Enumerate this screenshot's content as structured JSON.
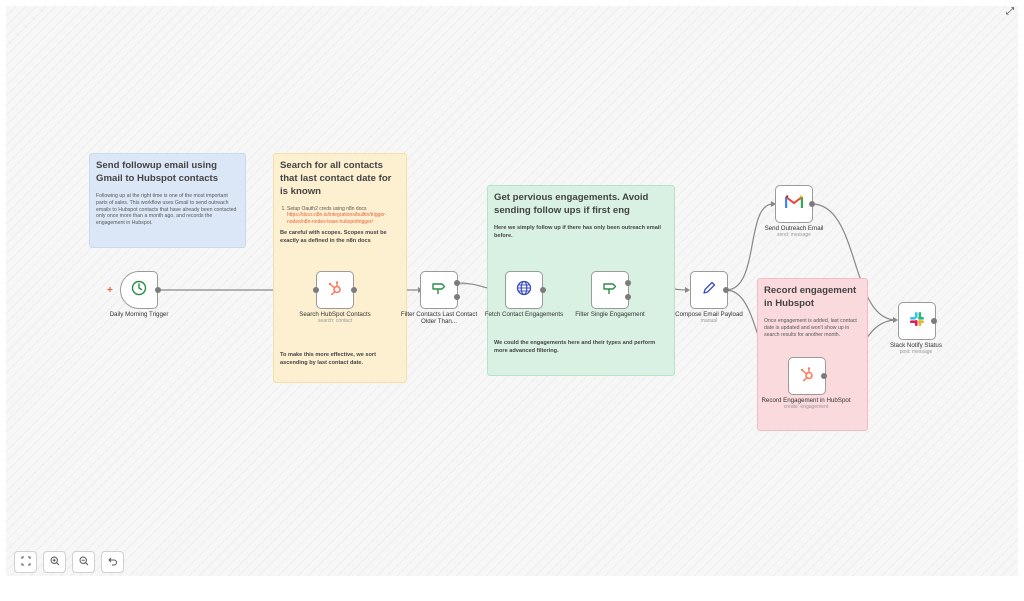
{
  "notes": {
    "blue": {
      "title": "Send followup email using Gmail to Hubspot contacts",
      "body": "Following up at the right time is one of the most important parts of sales. This workflow uses Gmail to send outreach emails to Hubspot contacts that have already been contacted only once more than a month ago, and records the engagement in Hubspot."
    },
    "yellow": {
      "title": "Search for all contacts that last contact date for is known",
      "step1": "Setup Oauth2 creds using n8n docs",
      "link": "https://docs.n8n.io/integrations/builtin/trigger-nodes/n8n-nodes-base.hubspottrigger/",
      "warning": "Be careful with scopes. Scopes must be exactly as defined in the n8n docs",
      "footer": "To make this more effective, we sort ascending by last contact date."
    },
    "green": {
      "title": "Get pervious engagements. Avoid sending follow ups if first eng",
      "body": "Here we simply follow up if there has only been outreach email before.",
      "footer": "We could the engagements here and their types and perform more advanced filtering."
    },
    "red": {
      "title": "Record engagement in Hubspot",
      "body": "Once engagement is added, last contact date is updated and won't show up in search results for another month."
    }
  },
  "nodes": {
    "trigger": {
      "label": "Daily Morning Trigger",
      "icon": "clock-icon"
    },
    "search": {
      "label": "Search HubSpot Contacts",
      "sub": "search: contact",
      "icon": "hubspot-icon"
    },
    "filter1": {
      "label": "Filter Contacts Last Contact Older Than...",
      "icon": "signpost-icon"
    },
    "fetch": {
      "label": "Fetch Contact Engagements",
      "icon": "globe-icon"
    },
    "filter2": {
      "label": "Filter Single Engagement",
      "icon": "signpost-icon"
    },
    "compose": {
      "label": "Compose Email Payload",
      "sub": "manual",
      "icon": "pencil-icon"
    },
    "gmail": {
      "label": "Send Outreach Email",
      "sub": "send: message",
      "icon": "gmail-icon"
    },
    "record": {
      "label": "Record Engagement in HubSpot",
      "sub": "create: engagement",
      "icon": "hubspot-icon"
    },
    "slack": {
      "label": "Slack Notify Status",
      "sub": "post: message",
      "icon": "slack-icon"
    }
  },
  "edge_labels": {
    "true1": "true",
    "true2": "true"
  },
  "colors": {
    "hubspot": "#ff7a59",
    "filter": "#2a8c4a",
    "globe": "#3b4cc0",
    "pencil": "#3b4cc0",
    "clock": "#2a8c4a"
  }
}
